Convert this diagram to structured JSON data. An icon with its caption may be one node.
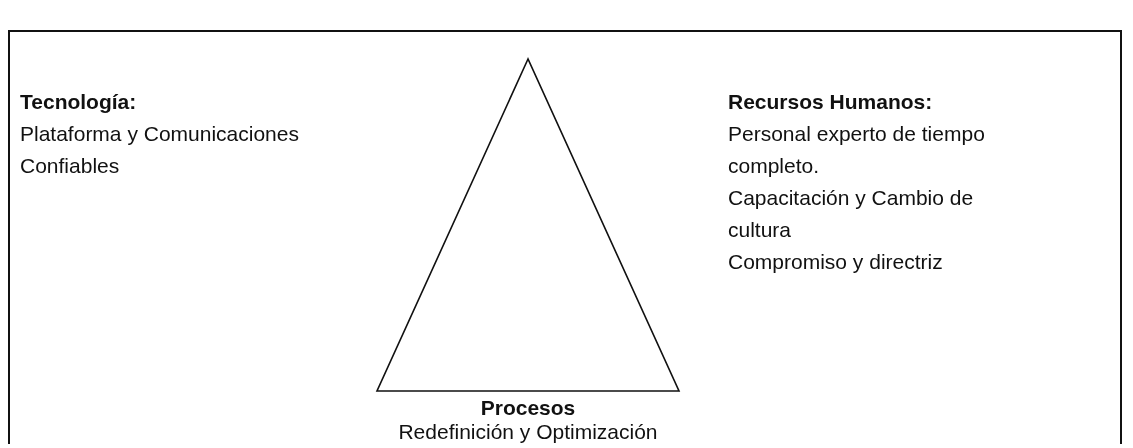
{
  "diagram": {
    "nodes": [
      {
        "text": [
          "Tecnología:",
          "Plataforma y Comunicaciones Confiables"
        ]
      },
      {
        "text": [],
        "shape": "triangle"
      },
      {
        "text": [
          "Recursos Humanos:",
          "Personal experto de tiempo completo.",
          "Capacitación y Cambio de cultura",
          "Compromiso y directriz"
        ]
      },
      {
        "text": [
          "Procesos",
          "Redefinición y Optimización"
        ]
      }
    ],
    "edges": []
  }
}
